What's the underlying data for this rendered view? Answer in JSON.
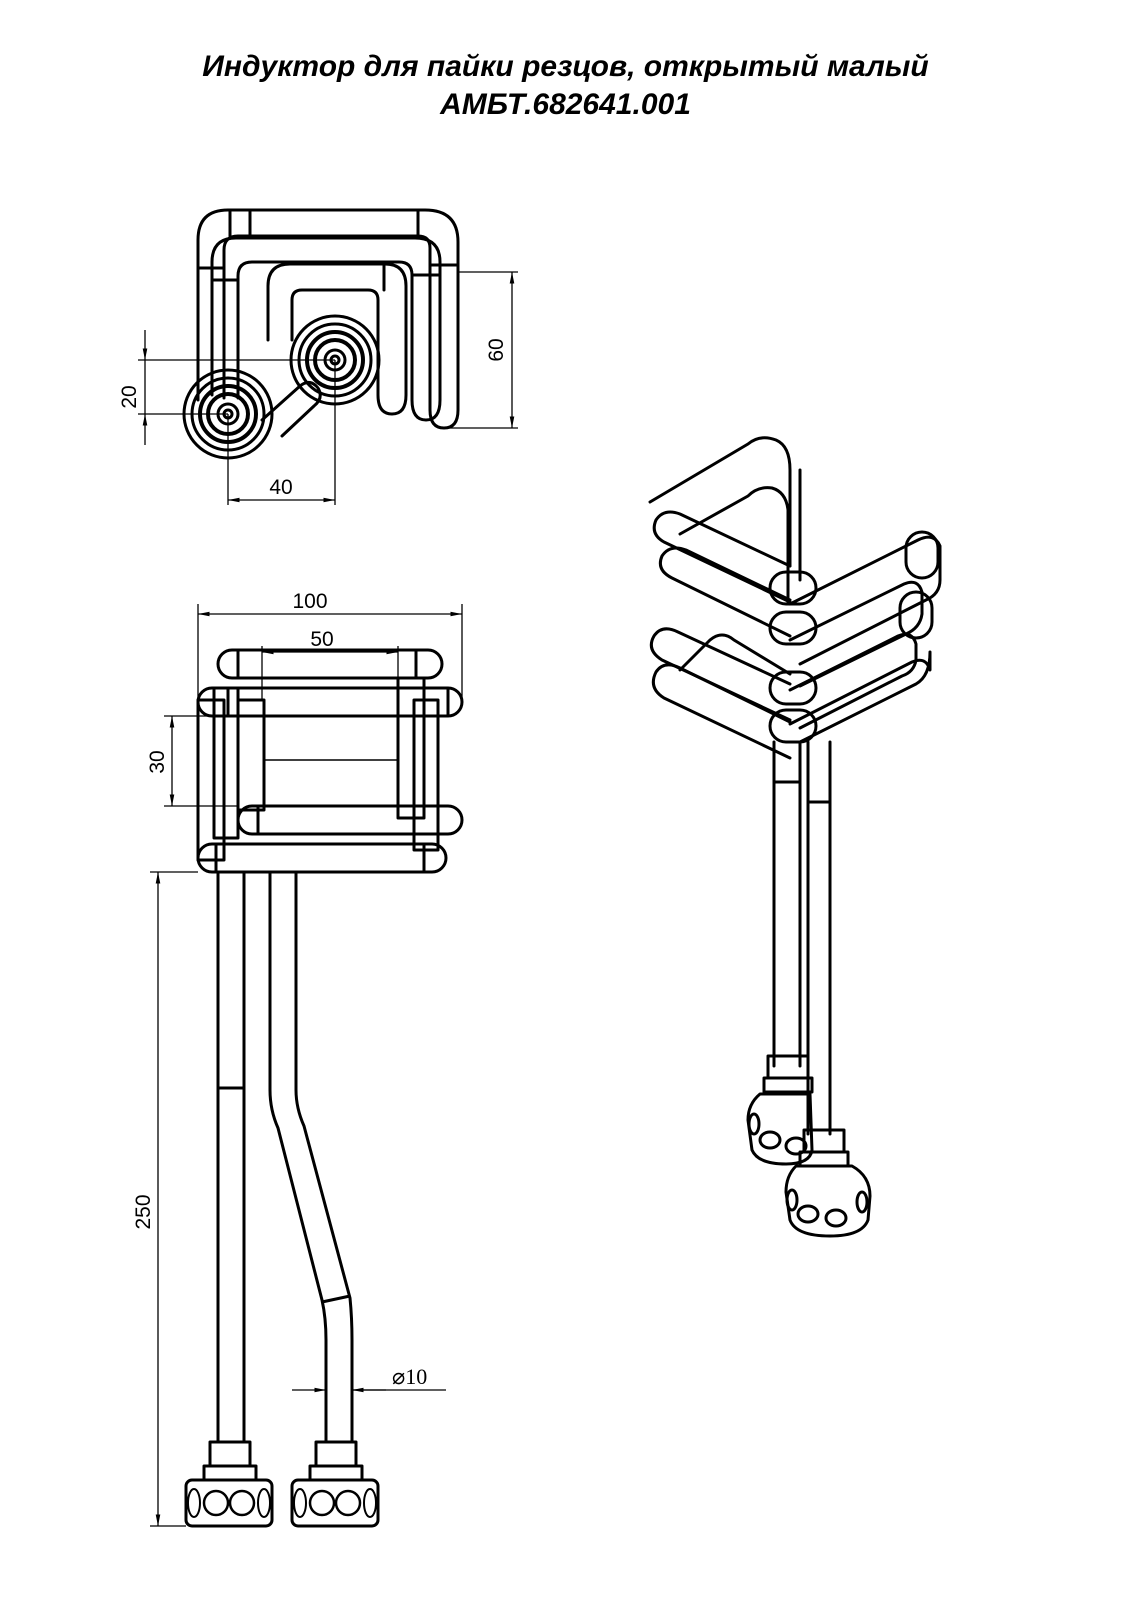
{
  "title": {
    "line1": "Индуктор для пайки резцов, открытый малый",
    "line2": "АМБТ.682641.001"
  },
  "dimensions": {
    "top_view": {
      "vertical_offset": "20",
      "height": "60",
      "horizontal_offset": "40"
    },
    "front_view": {
      "overall_width": "100",
      "inner_width": "50",
      "gap": "30",
      "lead_length": "250",
      "tube_diameter": "⌀10"
    }
  },
  "colors": {
    "line": "#000000",
    "background": "#ffffff"
  }
}
